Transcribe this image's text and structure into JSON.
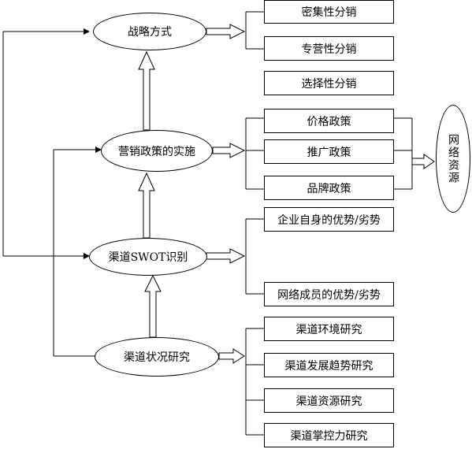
{
  "nodes": {
    "strategy": "战略方式",
    "policy": "营销政策的实施",
    "swot": "渠道SWOT识别",
    "status": "渠道状况研究",
    "network_resource": "网络资源"
  },
  "strategy_items": [
    "密集性分销",
    "专营性分销",
    "选择性分销"
  ],
  "policy_items": [
    "价格政策",
    "推广政策",
    "品牌政策"
  ],
  "swot_items": [
    "企业自身的优势/劣势",
    "网络成员的优势/劣势"
  ],
  "status_items": [
    "渠道环境研究",
    "渠道发展趋势研究",
    "渠道资源研究",
    "渠道掌控力研究"
  ]
}
